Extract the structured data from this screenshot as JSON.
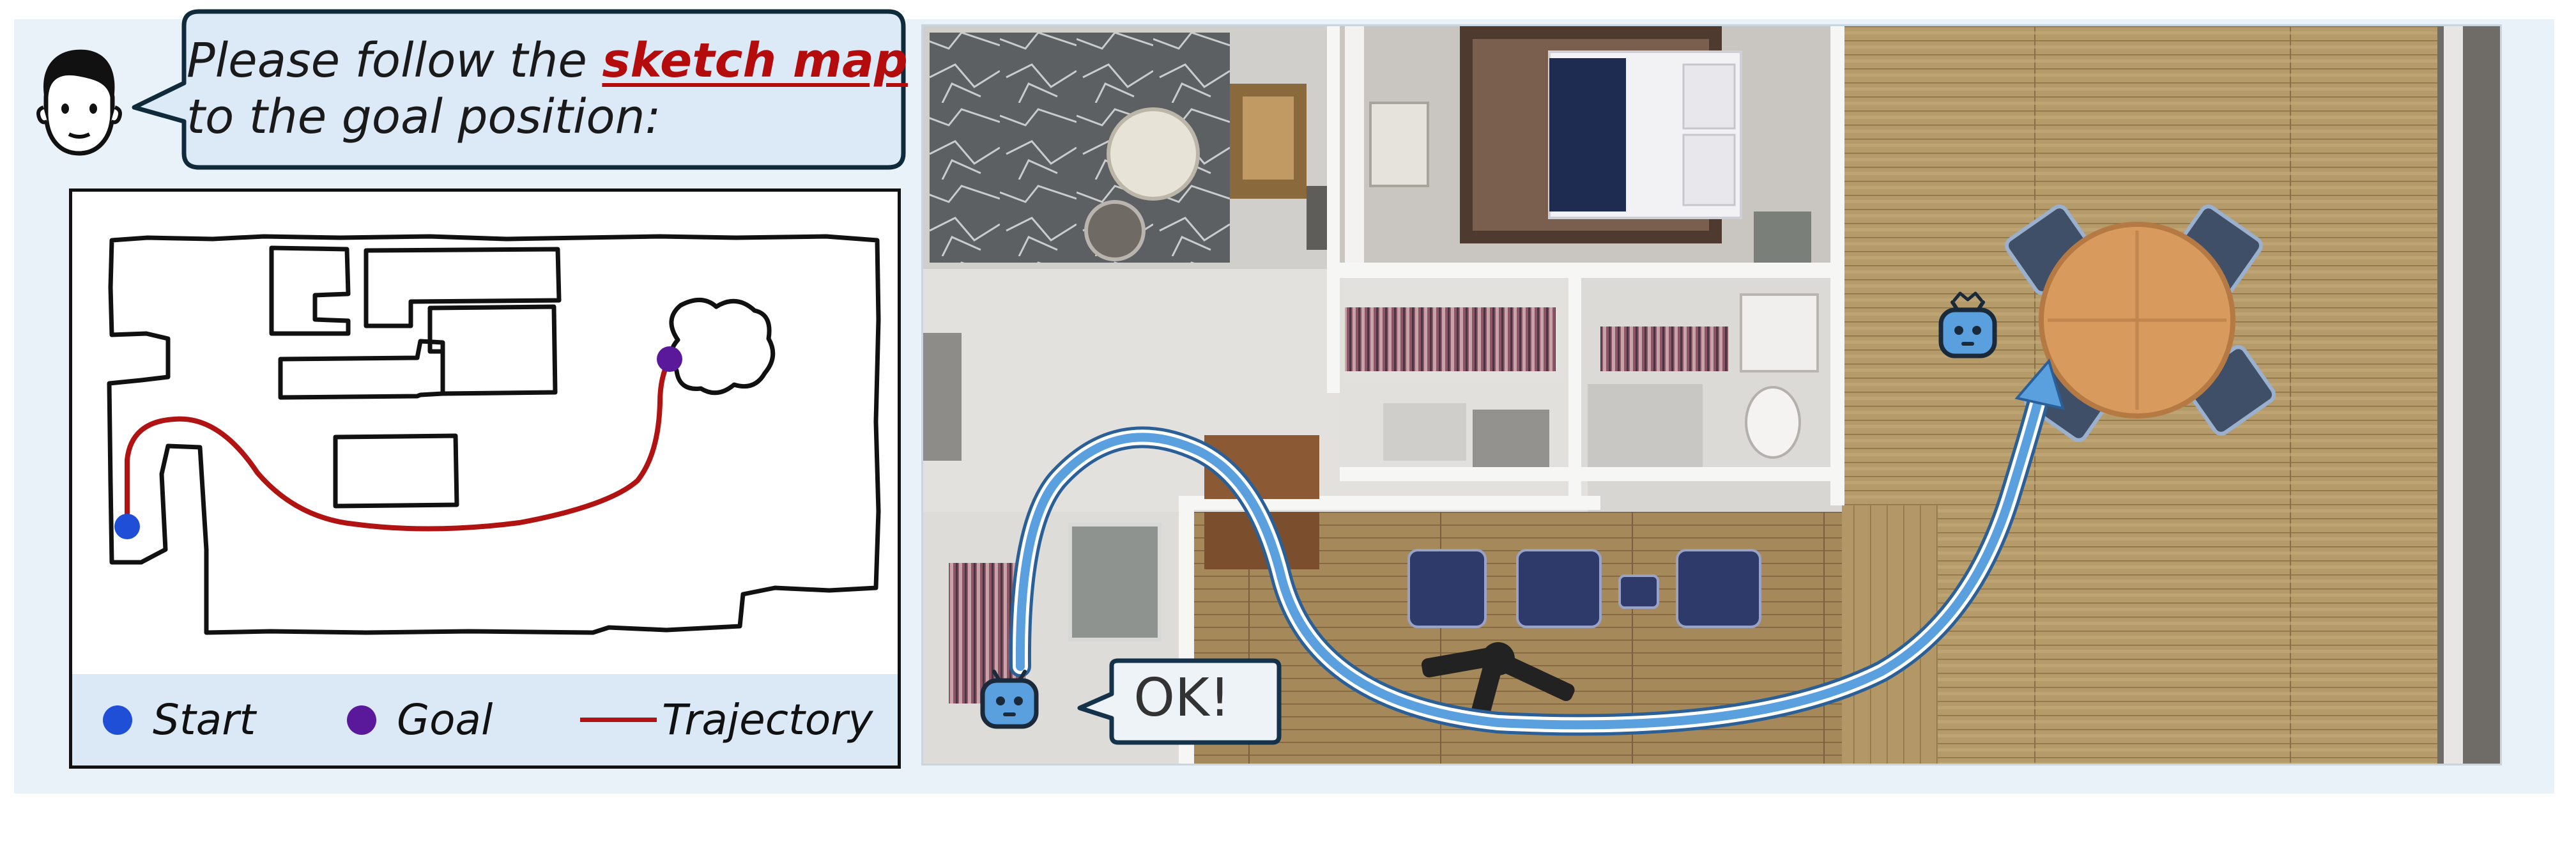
{
  "instruction": {
    "prefix": "Please follow the",
    "highlight": "sketch map",
    "line2": "to the goal position:"
  },
  "legend": {
    "start": "Start",
    "goal": "Goal",
    "trajectory": "Trajectory"
  },
  "reply": "OK!",
  "colors": {
    "start": "#1f4fd6",
    "goal": "#5a189a",
    "trajectory": "#b11212",
    "route": "#5aa0df",
    "highlight": "#b40c0c"
  },
  "icons": {
    "user": "user-face-icon",
    "robot": "robot-icon"
  }
}
